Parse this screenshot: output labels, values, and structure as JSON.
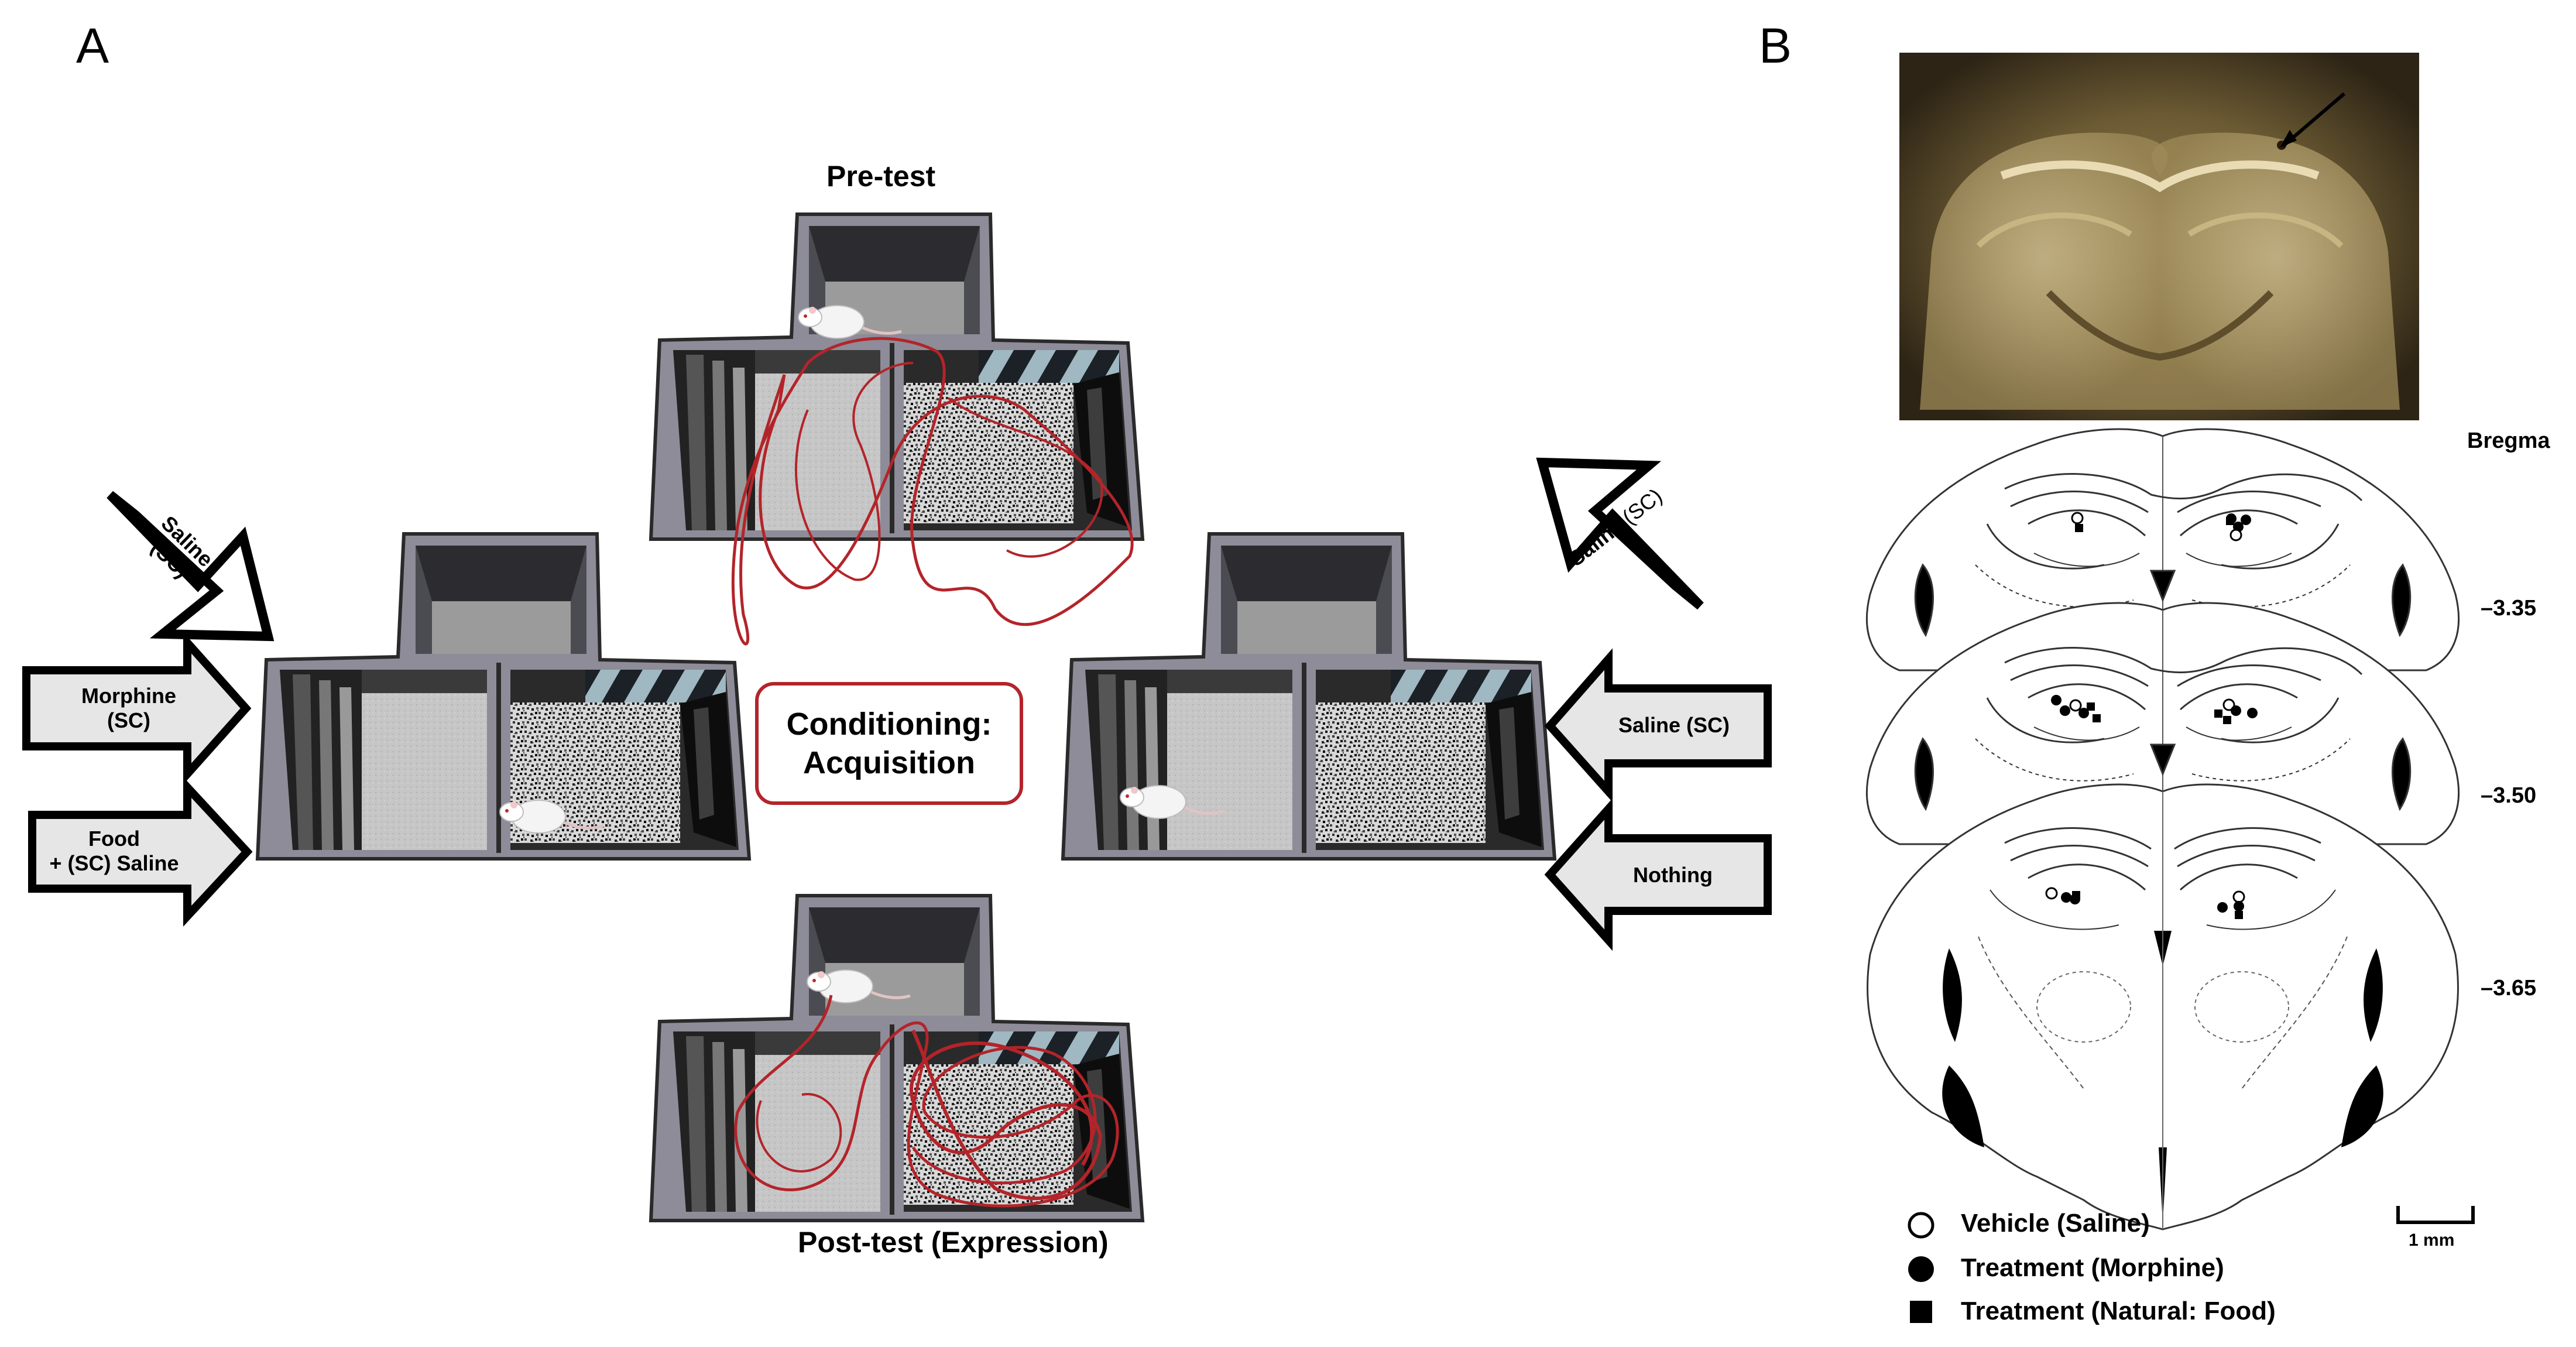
{
  "panels": {
    "a": "A",
    "b": "B"
  },
  "tests": {
    "pre": "Pre-test",
    "post": "Post-test (Expression)"
  },
  "conditioning": {
    "line1": "Conditioning:",
    "line2": "Acquisition"
  },
  "left_arrows": {
    "saline_line1": "Saline",
    "saline_line2": "(SC)",
    "morphine_line1": "Morphine",
    "morphine_line2": "(SC)",
    "food_line1": "Food",
    "food_line2": "+ (SC) Saline"
  },
  "right_arrows": {
    "saline_a": "Saline",
    "saline_a_sc": "(SC)",
    "saline_b": "Saline (SC)",
    "nothing": "Nothing"
  },
  "bregma": {
    "title": "Bregma",
    "levels": [
      "–3.35",
      "–3.50",
      "–3.65"
    ]
  },
  "legend": {
    "vehicle": "Vehicle (Saline)",
    "morphine": "Treatment (Morphine)",
    "food": "Treatment (Natural: Food)"
  },
  "scale_bar": {
    "label": "1 mm"
  },
  "colors": {
    "trace": "#b3242a",
    "box_frame": "#8e8c98",
    "arrow_fill": "#e6e6e6",
    "accent": "#b3242a"
  }
}
